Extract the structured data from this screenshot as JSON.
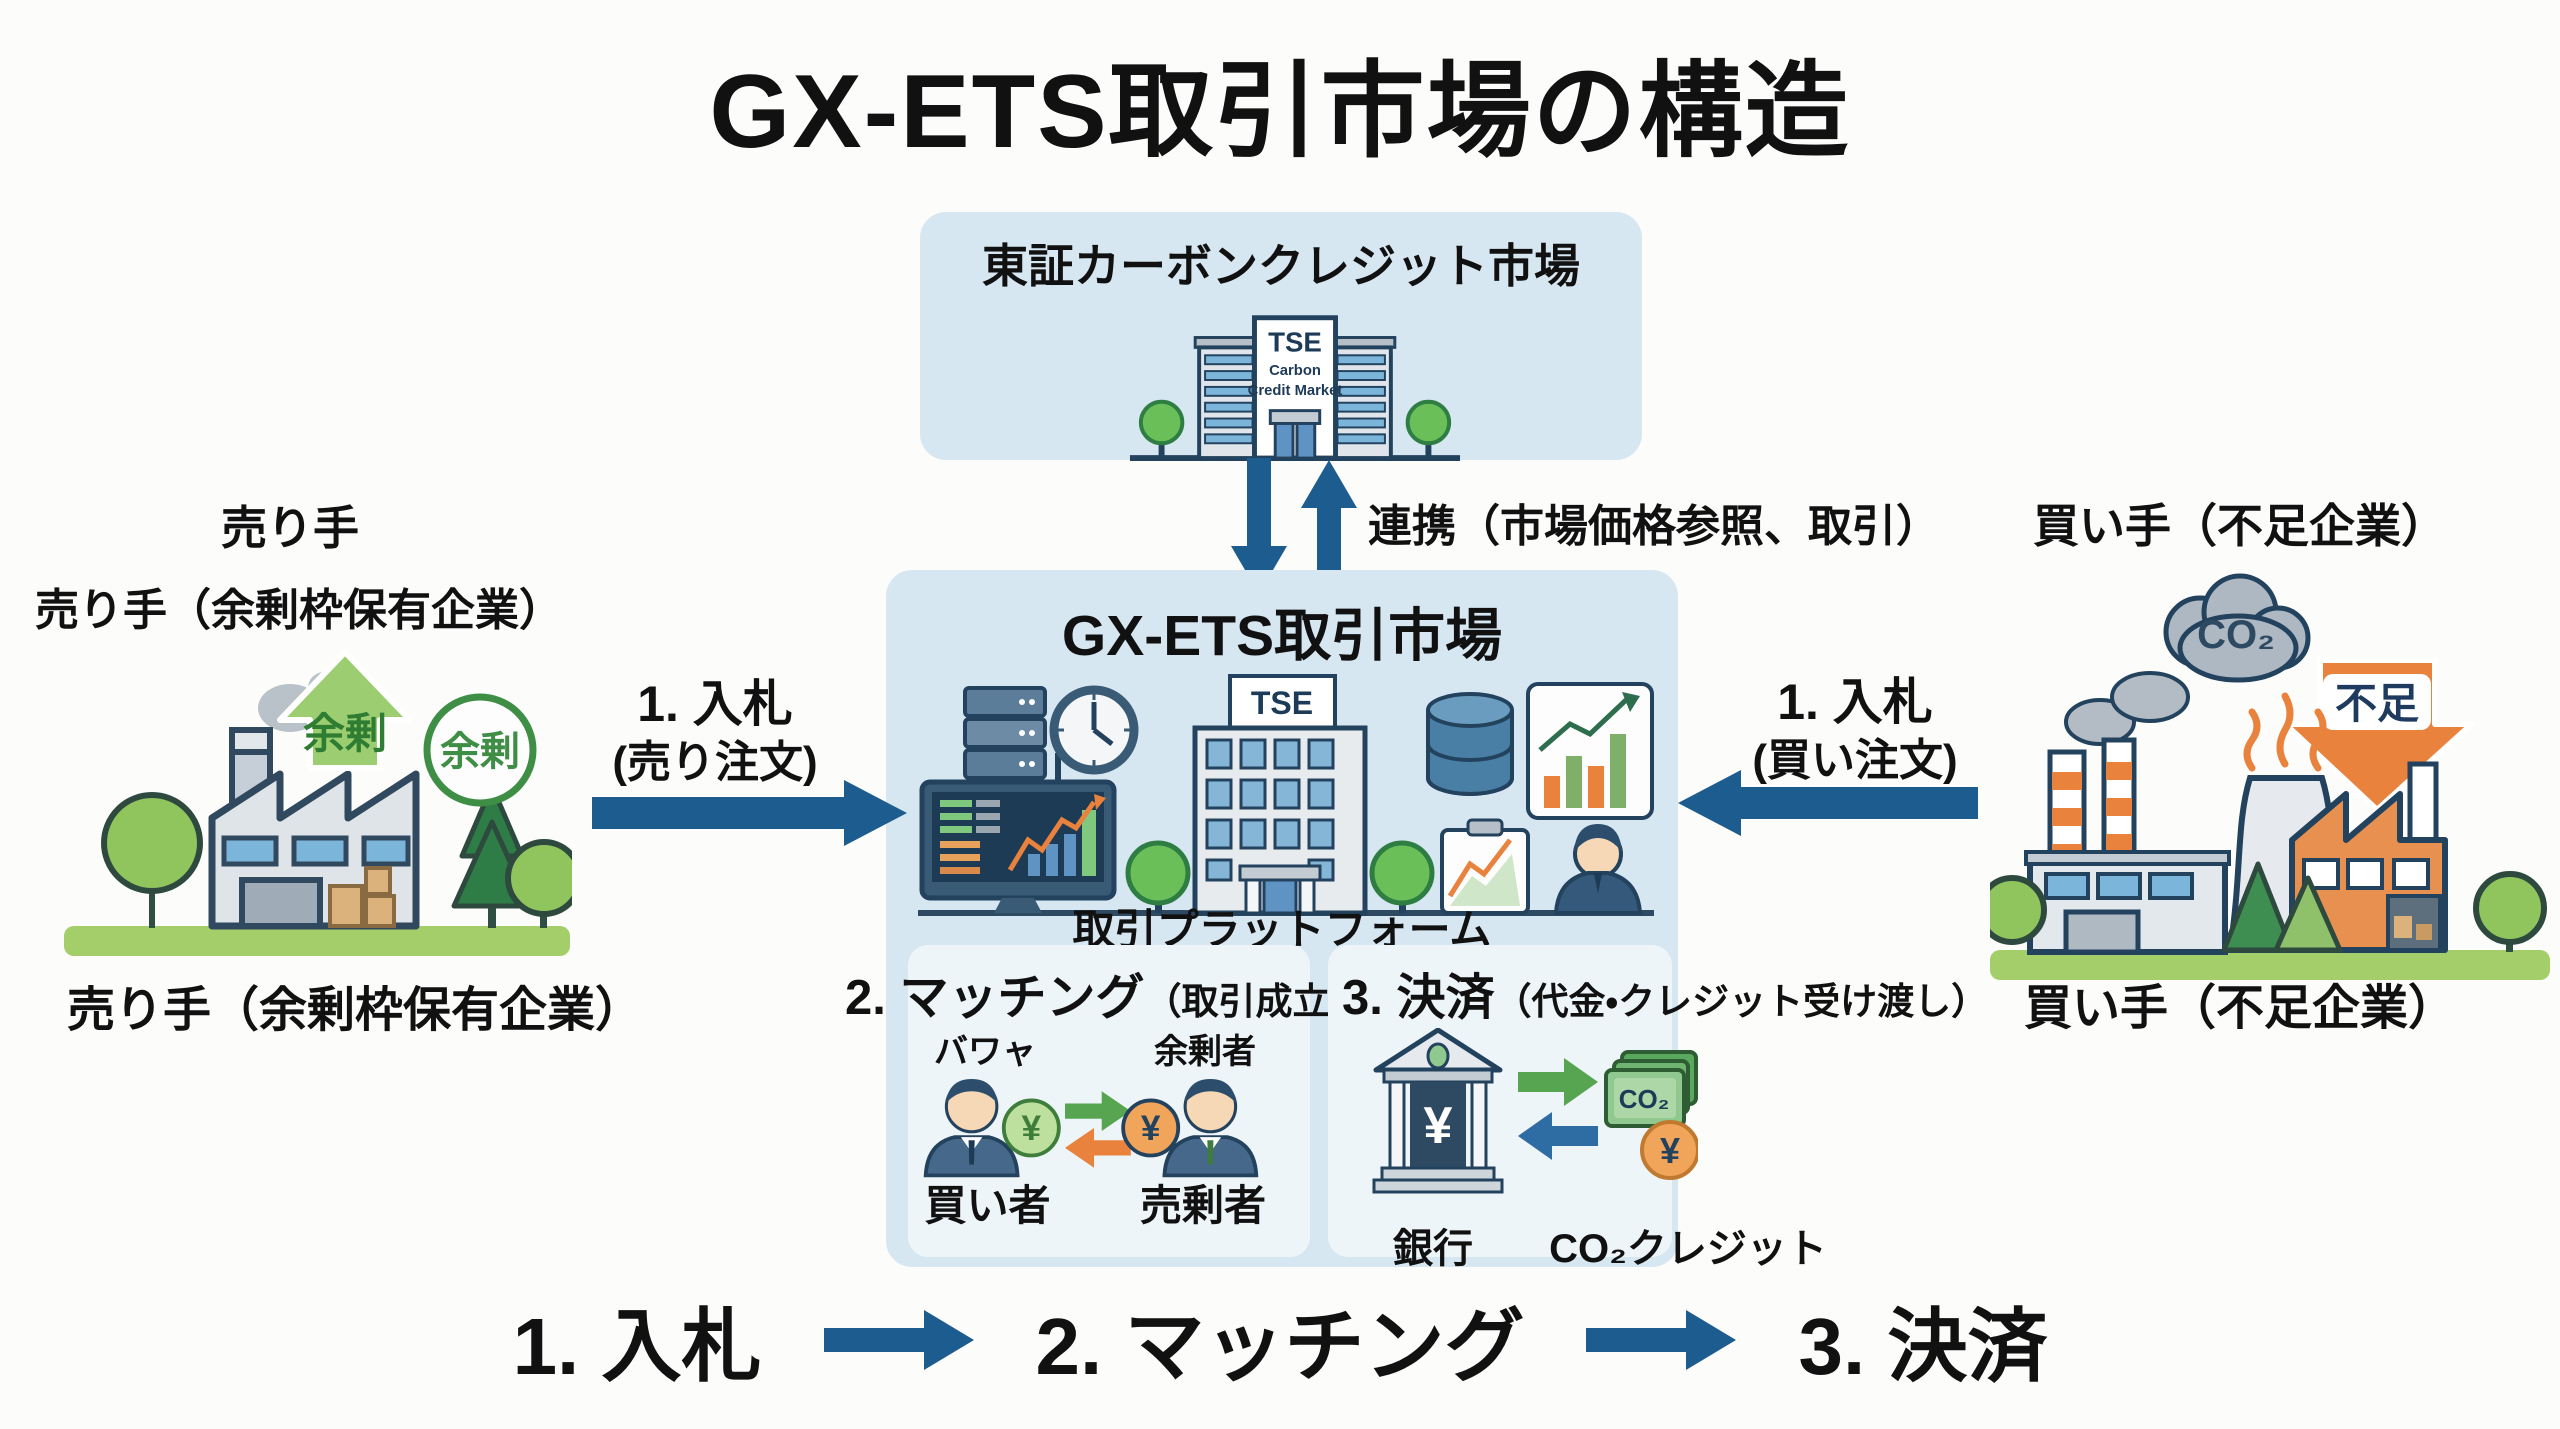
{
  "title": "GX-ETS取引市場の構造",
  "tse_market": {
    "label": "東証カーボンクレジット市場",
    "sign_line1": "TSE",
    "sign_line2": "Carbon",
    "sign_line3": "Credit Market"
  },
  "link_label": "連携（市場価格参照、取引）",
  "seller": {
    "title": "売り手",
    "subtitle": "売り手（余剰枠保有企業）",
    "caption": "売り手（余剰枠保有企業）",
    "surplus_arrow_label": "余剰",
    "surplus_badge_label": "余剰"
  },
  "buyer": {
    "title": "買い手（不足企業）",
    "caption": "買い手（不足企業）",
    "co2_cloud_label": "CO₂",
    "shortage_label": "不足"
  },
  "sell_bid": {
    "line1": "1. 入札",
    "line2": "(売り注文)"
  },
  "buy_bid": {
    "line1": "1. 入札",
    "line2": "(買い注文)"
  },
  "gx_market": {
    "title": "GX-ETS取引市場",
    "building_sign": "TSE",
    "platform_label": "取引プラットフォーム",
    "matching": {
      "heading": "2. マッチング",
      "note": "（取引成立）",
      "buyer_top_label": "バワャ",
      "seller_top_label": "余剰者",
      "buyer_bottom_label": "買い者",
      "seller_bottom_label": "売剰者",
      "yen_green": "¥",
      "yen_orange": "¥"
    },
    "settlement": {
      "heading": "3. 決済",
      "note": "（代金・クレジット受け渡し）",
      "bank_label": "銀行",
      "credit_label": "CO₂クレジット",
      "bank_yen": "¥",
      "bill_label": "CO₂",
      "coin_yen": "¥"
    }
  },
  "bottom_flow": {
    "steps": [
      "1. 入札",
      "2. マッチング",
      "3. 決済"
    ]
  },
  "colors": {
    "box_bg": "#d7e7f2",
    "subbox_bg": "#eef5f9",
    "arrow_blue": "#1d5c8f",
    "green": "#57a550",
    "orange": "#e8823c",
    "ground": "#a3ce69"
  }
}
